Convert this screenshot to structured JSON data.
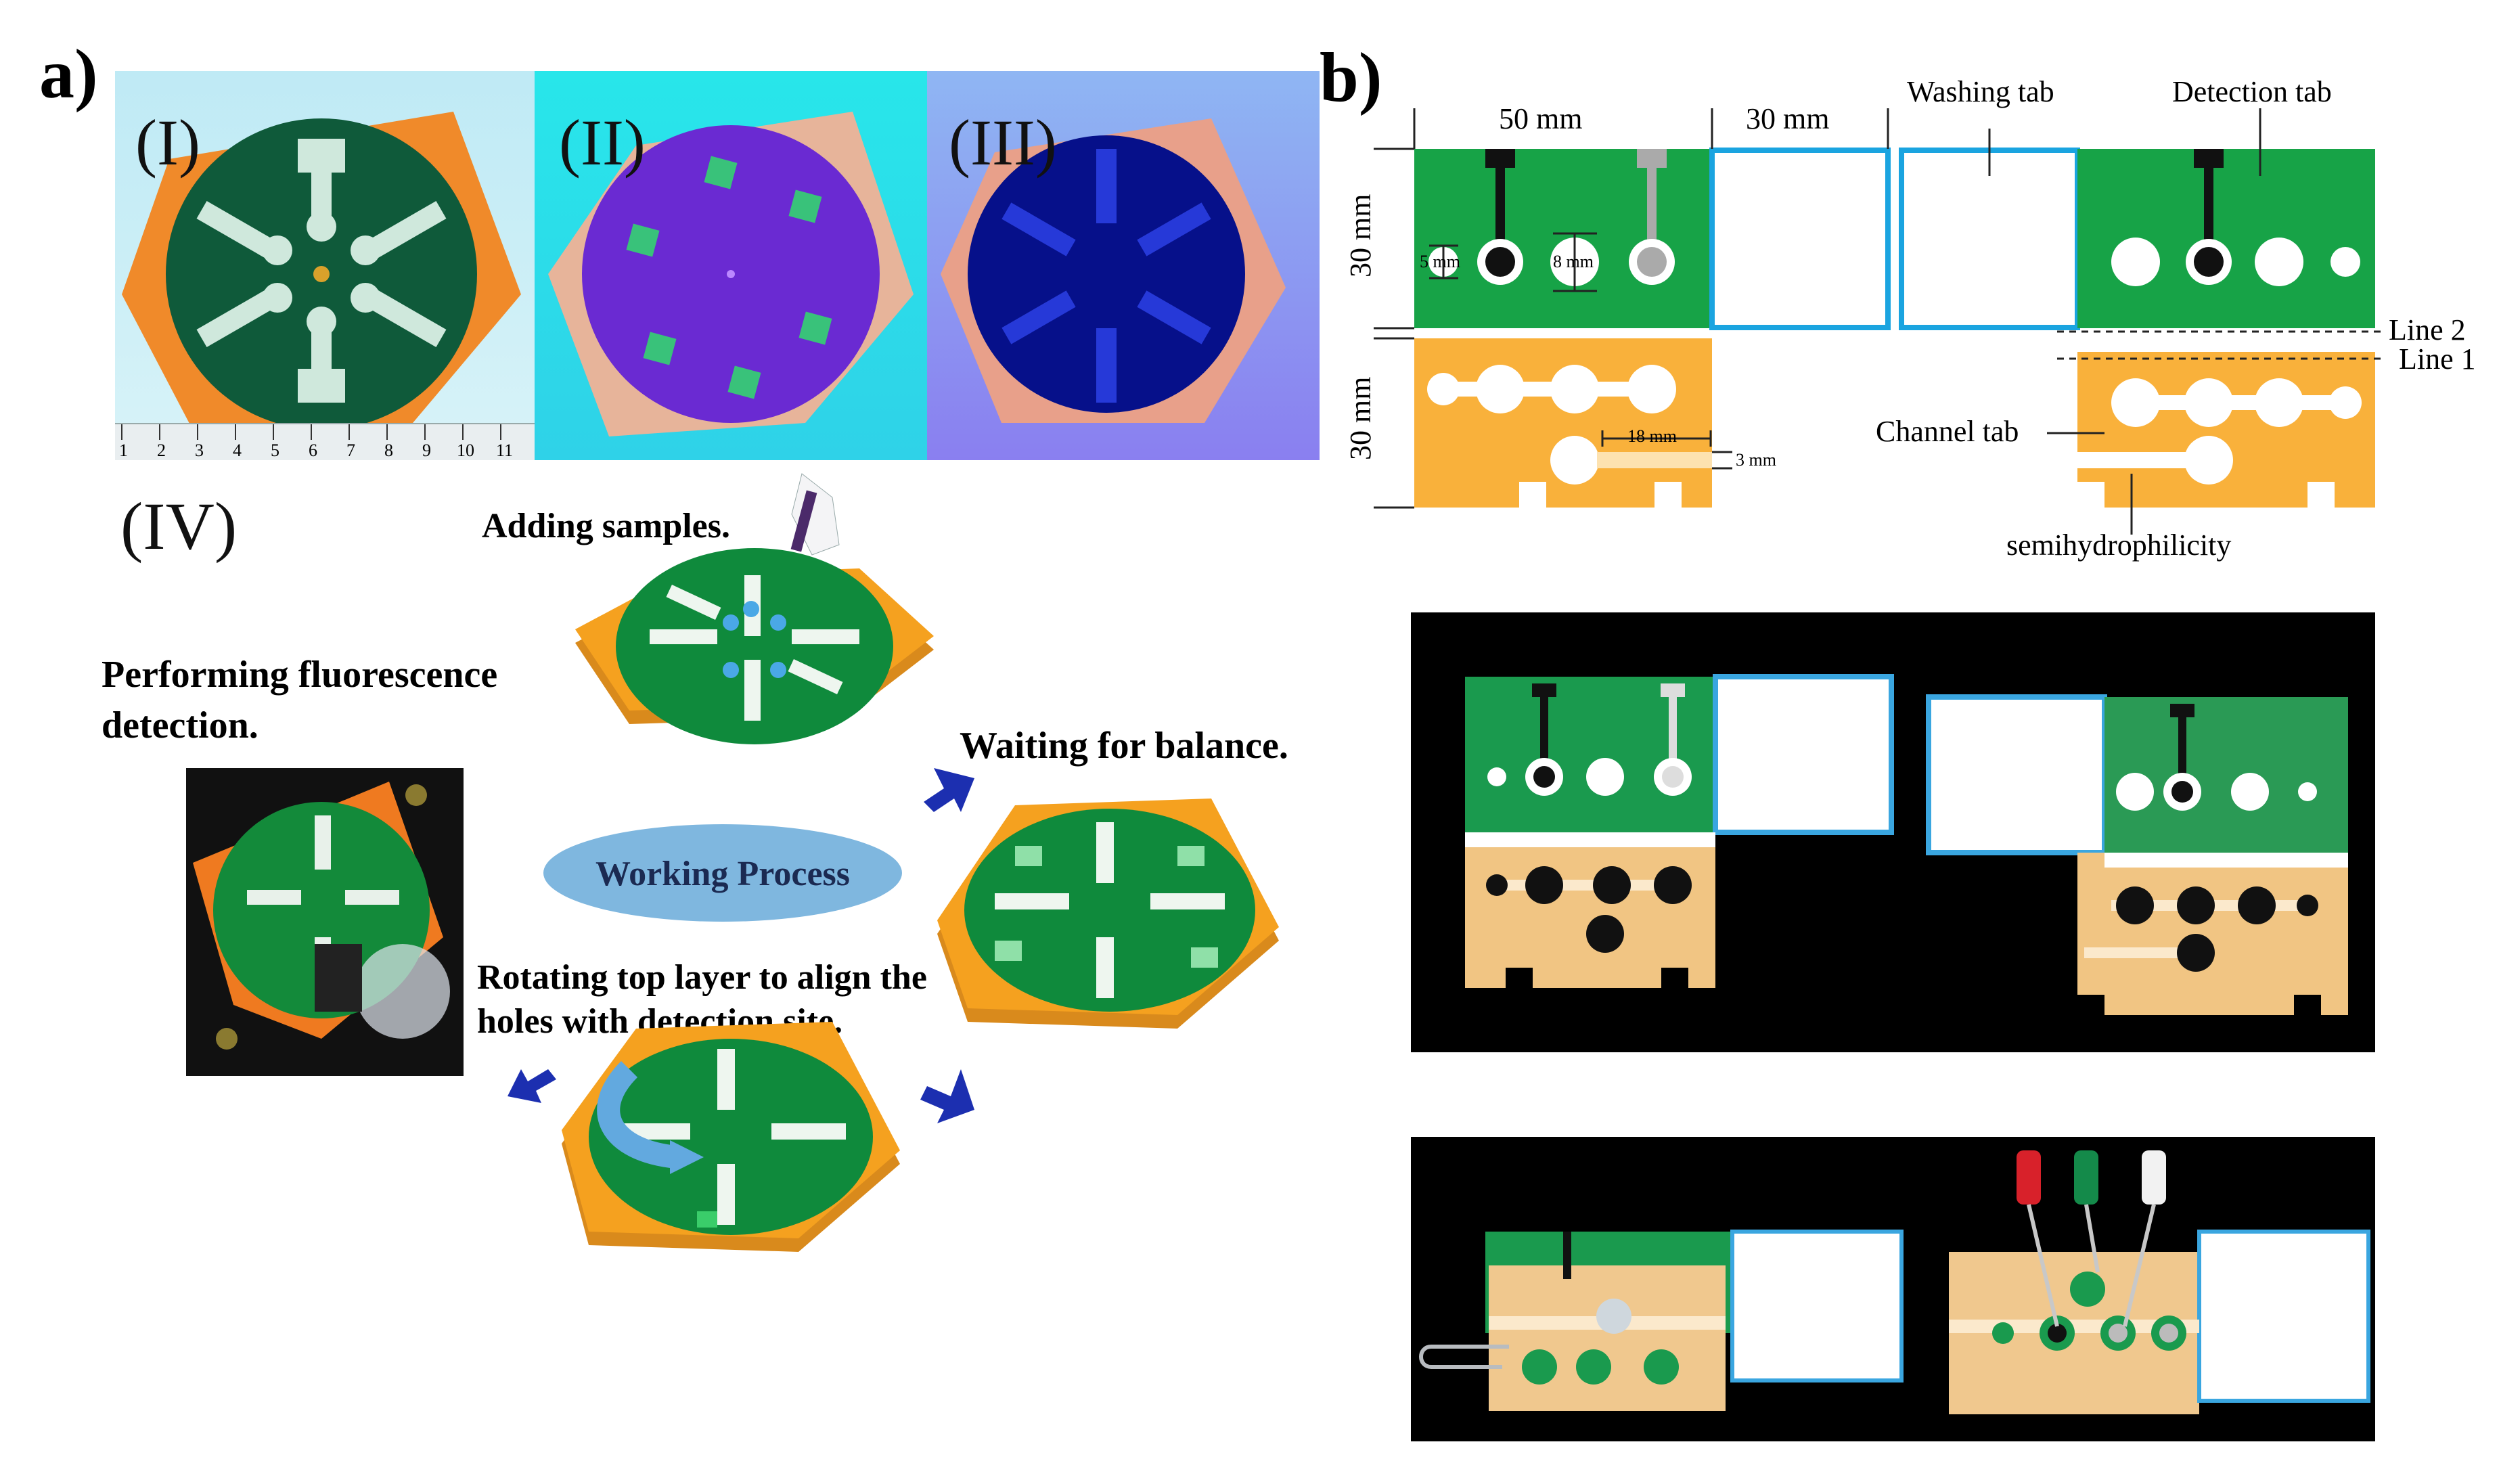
{
  "panel_a": {
    "label": "a)",
    "photos": [
      "(I)",
      "(II)",
      "(III)"
    ],
    "ruler_ticks": [
      "1",
      "2",
      "3",
      "4",
      "5",
      "6",
      "7",
      "8",
      "9",
      "10",
      "11"
    ],
    "step_label": "(IV)",
    "steps": {
      "adding": "Adding samples.",
      "waiting": "Waiting for balance.",
      "rotating_1": "Rotating top layer to align the",
      "rotating_2": "holes with detection site.",
      "performing_1": "Performing fluorescence",
      "performing_2": "detection."
    },
    "center": "Working Process"
  },
  "panel_b": {
    "label": "b)",
    "dims": {
      "w50": "50 mm",
      "w30": "30 mm",
      "h30_top": "30 mm",
      "h30_bottom": "30 mm",
      "d5": "5 mm",
      "d8": "8 mm",
      "l18": "18 mm",
      "w3": "3 mm"
    },
    "labels": {
      "washing": "Washing tab",
      "detection": "Detection tab",
      "line2": "Line 2",
      "line1": "Line 1",
      "channel": "Channel tab",
      "semi": "semihydrophilicity"
    }
  },
  "colors": {
    "green": "#17a347",
    "orange": "#f9b13b",
    "blue": "#1aa4e0",
    "black": "#000000",
    "dark_blue_arrow": "#1c2fb0",
    "ellipse": "#7fb7df"
  }
}
